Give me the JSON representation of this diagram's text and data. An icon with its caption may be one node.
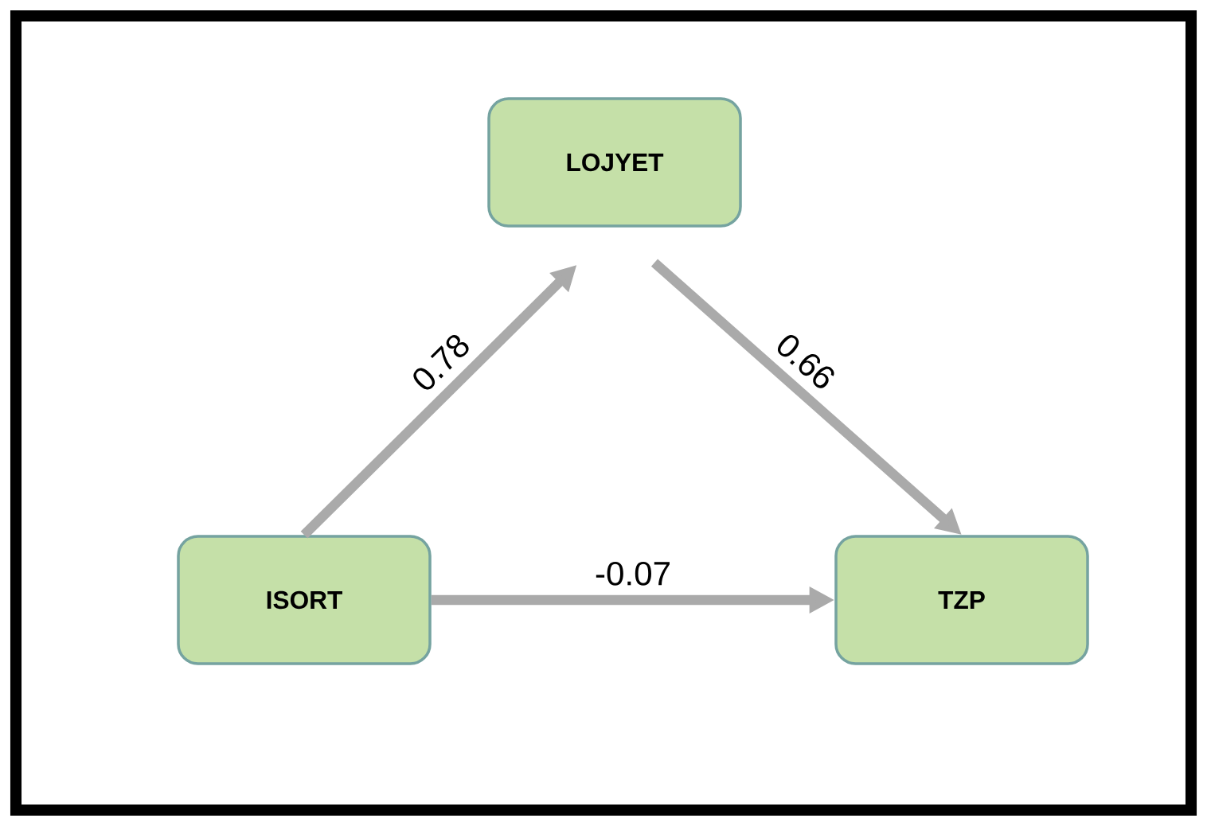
{
  "diagram": {
    "nodes": [
      {
        "text": [
          "LOJYET"
        ]
      },
      {
        "text": [
          "ISORT"
        ]
      },
      {
        "text": [
          "TZP"
        ]
      }
    ],
    "edges": [
      {
        "from": 1,
        "to": 0,
        "arrow": "to",
        "label": "0.78"
      },
      {
        "from": 0,
        "to": 2,
        "arrow": "to",
        "label": "0.66"
      },
      {
        "from": 1,
        "to": 2,
        "arrow": "to",
        "label": "-0.07"
      }
    ]
  }
}
